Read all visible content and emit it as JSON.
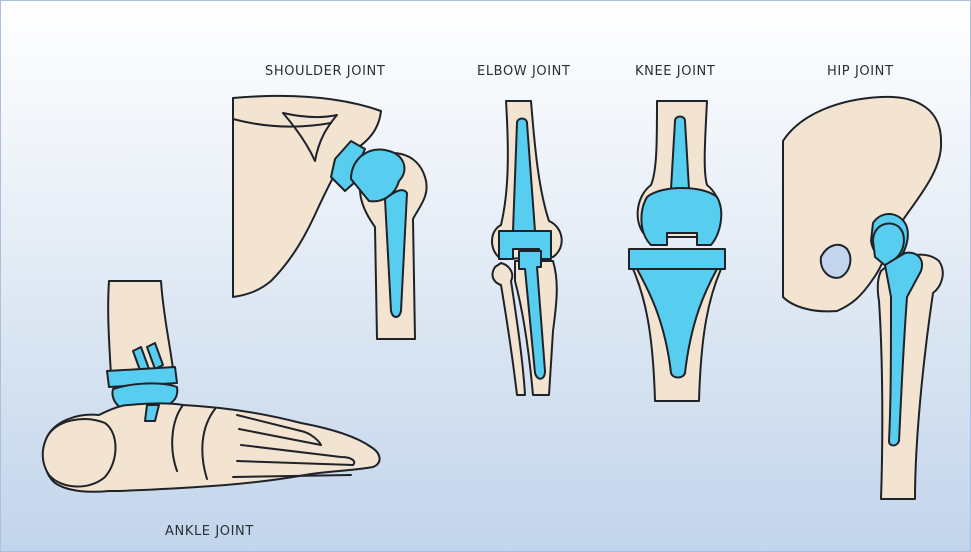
{
  "labels": {
    "shoulder": "SHOULDER JOINT",
    "elbow": "ELBOW JOINT",
    "knee": "KNEE JOINT",
    "hip": "HIP JOINT",
    "ankle": "ANKLE JOINT"
  },
  "colors": {
    "bone": "#f3e4d2",
    "implant": "#57cdef",
    "outline": "#1f2329",
    "background_top": "#ffffff",
    "background_bottom": "#c3d5ec"
  }
}
